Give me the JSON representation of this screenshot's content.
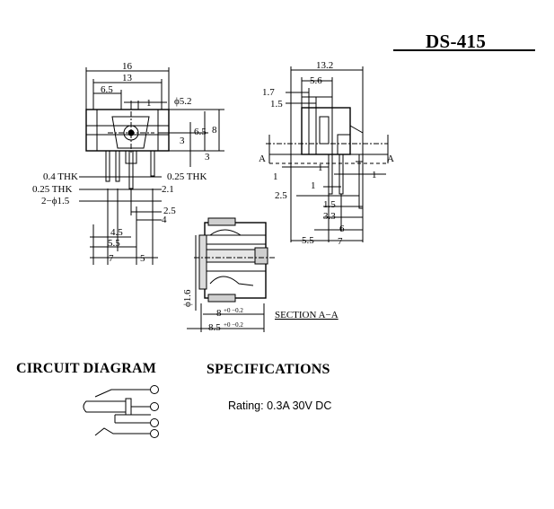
{
  "part_number": "DS-415",
  "top_view_dims": {
    "d16": "16",
    "d13": "13",
    "d6_5": "6.5",
    "d1": "1",
    "phi5_2": "ϕ5.2",
    "d3a": "3",
    "d6_5v": "6.5",
    "d8": "8",
    "d3b": "3",
    "thk04": "0.4  THK",
    "thk025l": "0.25  THK",
    "phi15": "2−ϕ1.5",
    "thk025r": "0.25  THK",
    "d2_1": "2.1",
    "d2_5": "2.5",
    "d4": "4",
    "d4_5": "4.5",
    "d5_5": "5.5",
    "d7": "7",
    "d5": "5"
  },
  "side_view_dims": {
    "d13_2": "13.2",
    "d5_6": "5.6",
    "d1_7": "1.7",
    "d1_5": "1.5",
    "a_left": "A",
    "a_right": "A",
    "d1l": "1",
    "d1c": "1",
    "d1r": "1",
    "d1b": "1",
    "d2_5": "2.5",
    "d1_5b": "1.5",
    "d3_3": "3.3",
    "d6": "6",
    "d5_5": "5.5",
    "d7": "7"
  },
  "section_dims": {
    "phi16": "ϕ1.6",
    "d8": "8",
    "d8_tol": "+0 −0.2",
    "d8_5": "8.5",
    "d8_5_tol": "+0 −0.2",
    "label": "SECTION  A−A"
  },
  "circuit_diagram_heading": "CIRCUIT DIAGRAM",
  "specifications_heading": "SPECIFICATIONS",
  "rating": "Rating: 0.3A 30V DC",
  "line_color": "#000000"
}
